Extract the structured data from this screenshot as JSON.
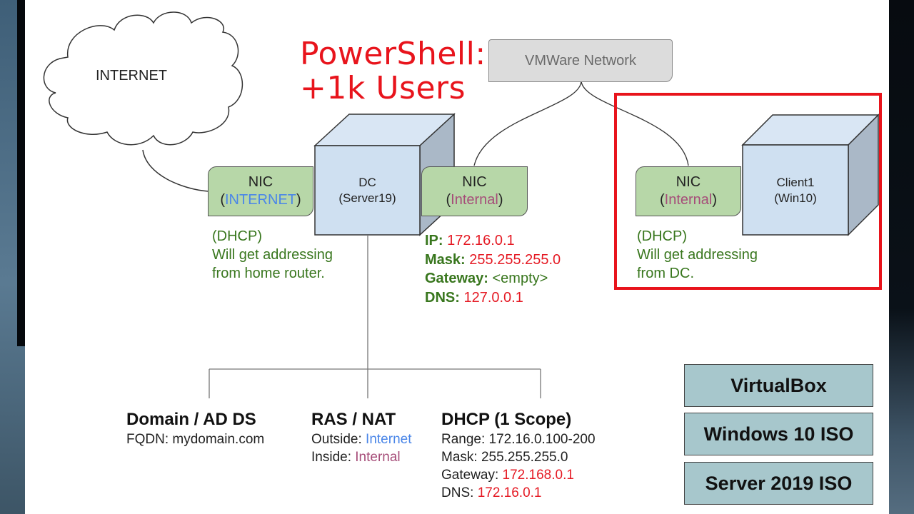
{
  "title": {
    "line1": "PowerShell:",
    "line2": "+1k Users"
  },
  "cloud": {
    "label": "INTERNET"
  },
  "vmware_network": {
    "label": "VMWare Network"
  },
  "dc": {
    "name": "DC",
    "os": "(Server19)",
    "nic_internet": {
      "title": "NIC",
      "open": "(",
      "network": "INTERNET",
      "close": ")",
      "note": [
        "(DHCP)",
        "Will get addressing",
        "from home router."
      ]
    },
    "nic_internal": {
      "title": "NIC",
      "open": "(",
      "network": "Internal",
      "close": ")",
      "config": [
        {
          "key": "IP:",
          "value": "172.16.0.1",
          "style": "red"
        },
        {
          "key": "Mask:",
          "value": "255.255.255.0",
          "style": "red"
        },
        {
          "key": "Gateway:",
          "value": "<empty>",
          "style": "green"
        },
        {
          "key": "DNS:",
          "value": "127.0.0.1",
          "style": "red"
        }
      ]
    }
  },
  "client": {
    "name": "Client1",
    "os": "(Win10)",
    "nic": {
      "title": "NIC",
      "open": "(",
      "network": "Internal",
      "close": ")",
      "note": [
        "(DHCP)",
        "Will get addressing",
        "from DC."
      ]
    }
  },
  "roles": {
    "domain": {
      "heading": "Domain / AD DS",
      "fqdn_label": "FQDN: ",
      "fqdn": "mydomain.com"
    },
    "ras": {
      "heading": "RAS / NAT",
      "outside_label": "Outside: ",
      "outside": "Internet",
      "inside_label": "Inside: ",
      "inside": "Internal"
    },
    "dhcp": {
      "heading": "DHCP (1 Scope)",
      "range_label": "Range: ",
      "range": "172.16.0.100-200",
      "mask_label": "Mask: ",
      "mask": "255.255.255.0",
      "gateway_label": "Gateway: ",
      "gateway": "172.168.0.1",
      "dns_label": "DNS: ",
      "dns": "172.16.0.1"
    }
  },
  "requirements": [
    "VirtualBox",
    "Windows 10 ISO",
    "Server 2019 ISO"
  ],
  "colors": {
    "accent_red": "#e8141c",
    "nic_green": "#b7d7a8",
    "cube_blue": "#cfe0f1",
    "req_teal": "#a7c7cc",
    "internet_blue": "#4a86e8",
    "internal_plum": "#a64d79",
    "note_green": "#38761d"
  }
}
